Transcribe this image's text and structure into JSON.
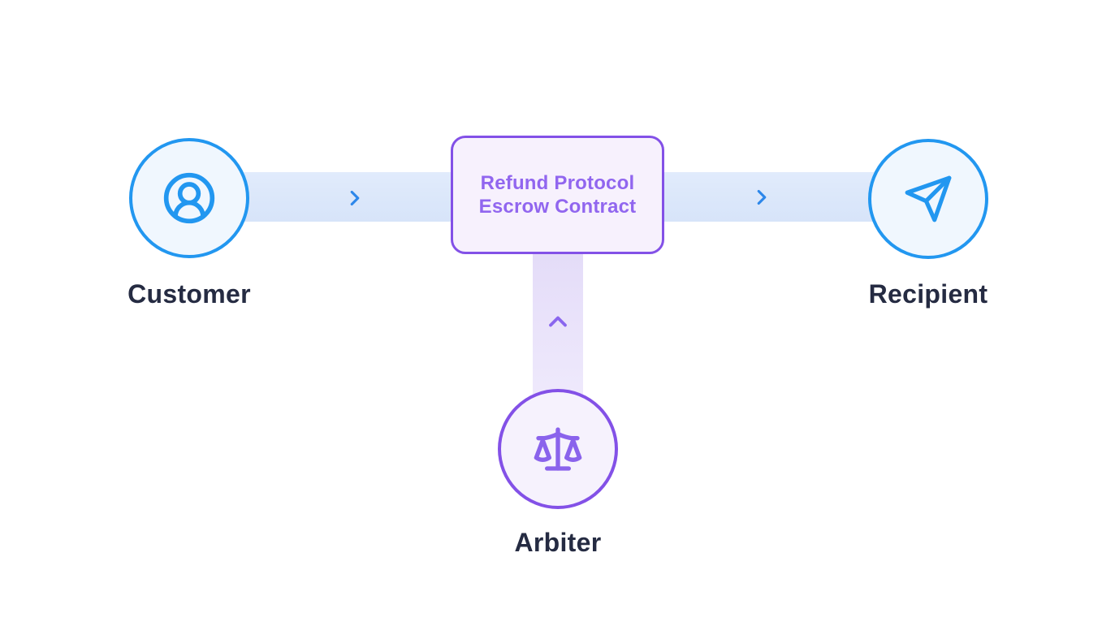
{
  "diagram": {
    "contract_box": {
      "line1": "Refund Protocol",
      "line2": "Escrow Contract"
    },
    "nodes": [
      {
        "id": "customer",
        "label": "Customer",
        "icon": "circle-user-icon"
      },
      {
        "id": "recipient",
        "label": "Recipient",
        "icon": "send-icon"
      },
      {
        "id": "arbiter",
        "label": "Arbiter",
        "icon": "scale-icon"
      }
    ],
    "connectors": [
      {
        "from": "customer",
        "to": "contract",
        "direction": "right",
        "icon": "chevron-right-icon"
      },
      {
        "from": "contract",
        "to": "recipient",
        "direction": "right",
        "icon": "chevron-right-icon"
      },
      {
        "from": "arbiter",
        "to": "contract",
        "direction": "up",
        "icon": "chevron-up-icon"
      }
    ],
    "colors": {
      "blue_accent": "#2297f0",
      "purple_accent": "#8351e7",
      "purple_text": "#9166ef",
      "label_text": "#252b42",
      "band_blue": "#dbe7fa",
      "band_purple_top": "#e3dbf8",
      "band_purple_bottom": "#efeafc",
      "node_blue_fill": "#f0f7fe",
      "node_purple_fill": "#f6f2fd",
      "background": "#ffffff"
    }
  }
}
